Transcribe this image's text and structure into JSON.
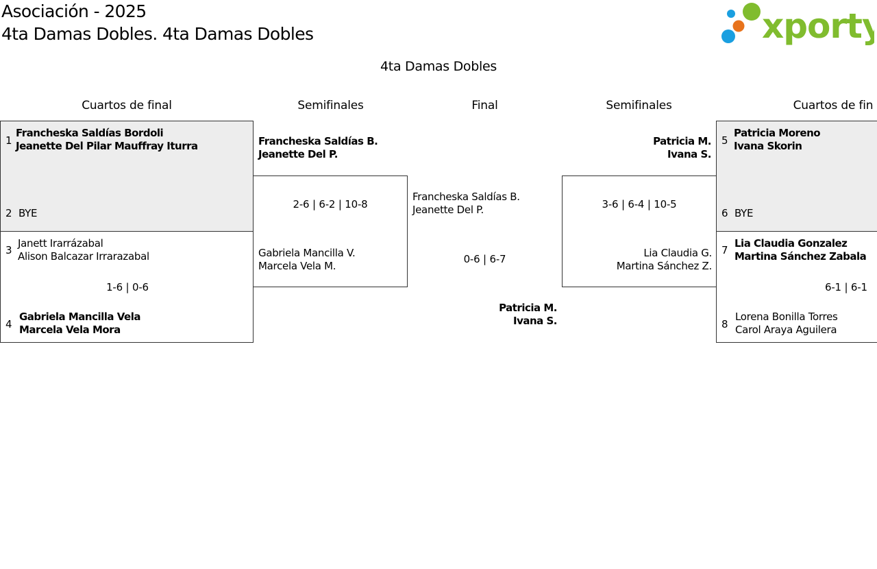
{
  "header": {
    "line1": "Asociación - 2025",
    "line2": "4ta Damas Dobles. 4ta Damas Dobles"
  },
  "logo": {
    "text": "xporty",
    "colors": [
      "#80bc2e",
      "#e8731c",
      "#1a9fe0"
    ]
  },
  "bracket": {
    "title": "4ta Damas Dobles",
    "rounds": {
      "qf_left": "Cuartos de final",
      "sf_left": "Semifinales",
      "final": "Final",
      "sf_right": "Semifinales",
      "qf_right": "Cuartos de fin"
    },
    "qf_left": [
      {
        "top": {
          "seed": "1",
          "p1": "Francheska Saldías Bordoli",
          "p2": "Jeanette Del Pilar Mauffray Iturra"
        },
        "bottom": {
          "seed": "2",
          "p1": "BYE"
        }
      },
      {
        "top": {
          "seed": "3",
          "p1": "Janett Irarrázabal",
          "p2": "Alison Balcazar Irrarazabal"
        },
        "score": "1-6 | 0-6",
        "bottom": {
          "seed": "4",
          "p1": "Gabriela Mancilla Vela",
          "p2": "Marcela Vela Mora"
        }
      }
    ],
    "sf_left": {
      "top": {
        "p1": "Francheska Saldías B.",
        "p2": "Jeanette Del P."
      },
      "score": "2-6 | 6-2 | 10-8",
      "bottom": {
        "p1": "Gabriela Mancilla V.",
        "p2": "Marcela Vela M."
      }
    },
    "final": {
      "top": {
        "p1": "Francheska Saldías B.",
        "p2": "Jeanette Del P."
      },
      "score": "0-6 | 6-7",
      "bottom": {
        "p1": "Patricia M.",
        "p2": "Ivana S."
      }
    },
    "sf_right": {
      "top": {
        "p1": "Patricia M.",
        "p2": "Ivana S."
      },
      "score": "3-6 | 6-4 | 10-5",
      "bottom": {
        "p1": "Lia Claudia G.",
        "p2": "Martina Sánchez Z."
      }
    },
    "qf_right": [
      {
        "top": {
          "seed": "5",
          "p1": "Patricia Moreno",
          "p2": "Ivana Skorin"
        },
        "bottom": {
          "seed": "6",
          "p1": "BYE"
        }
      },
      {
        "top": {
          "seed": "7",
          "p1": "Lia Claudia Gonzalez",
          "p2": "Martina Sánchez Zabala"
        },
        "score": "6-1 | 6-1",
        "bottom": {
          "seed": "8",
          "p1": "Lorena Bonilla Torres",
          "p2": "Carol Araya Aguilera"
        }
      }
    ]
  }
}
